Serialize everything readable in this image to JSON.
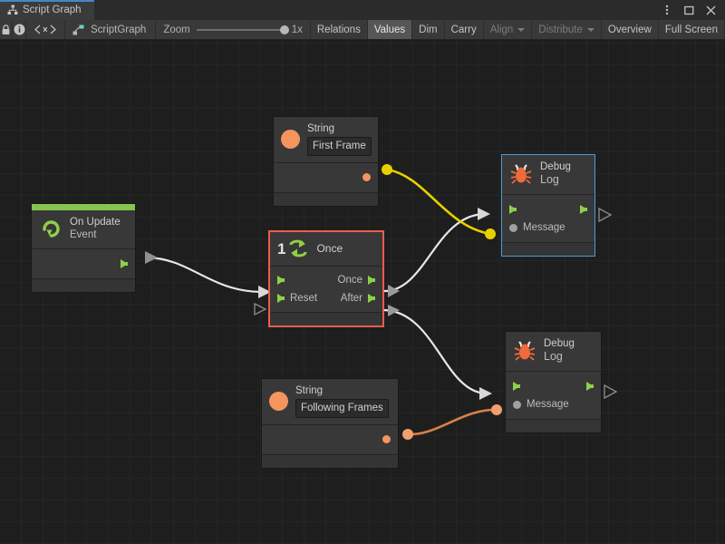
{
  "window": {
    "tab_label": "Script Graph",
    "tab_icon": "graph-icon",
    "controls": [
      {
        "name": "more-menu-icon",
        "glyph": "⋮"
      },
      {
        "name": "maximize-icon",
        "glyph": "▢"
      },
      {
        "name": "close-icon",
        "glyph": "✕"
      }
    ]
  },
  "toolbar": {
    "lock_icon": "lock-icon",
    "info_icon": "info-icon",
    "code_icon": "angle-brackets-icon",
    "graph_icon": "scriptgraph-icon",
    "graph_name": "ScriptGraph",
    "zoom_label": "Zoom",
    "zoom_value": "1x",
    "buttons": [
      {
        "label": "Relations",
        "active": false,
        "disabled": false,
        "caret": false
      },
      {
        "label": "Values",
        "active": true,
        "disabled": false,
        "caret": false
      },
      {
        "label": "Dim",
        "active": false,
        "disabled": false,
        "caret": false
      },
      {
        "label": "Carry",
        "active": false,
        "disabled": false,
        "caret": false
      },
      {
        "label": "Align",
        "active": false,
        "disabled": true,
        "caret": true
      },
      {
        "label": "Distribute",
        "active": false,
        "disabled": true,
        "caret": true
      },
      {
        "label": "Overview",
        "active": false,
        "disabled": false,
        "caret": false
      },
      {
        "label": "Full Screen",
        "active": false,
        "disabled": false,
        "caret": false
      }
    ]
  },
  "colors": {
    "accent_blue": "#4387c7",
    "event_green": "#85c44f",
    "flow_green": "#8ed04a",
    "string_orange": "#f5955e",
    "wire_yellow": "#e8d000",
    "wire_orange": "#d8814a",
    "wire_white": "#e8e8e8",
    "select_red": "#ef5b4c",
    "select_blue": "#4d9ad4",
    "canvas_bg": "#1e1e1e",
    "node_bg": "#383838"
  },
  "nodes": {
    "on_update": {
      "title": "On Update",
      "subtitle": "Event",
      "icon": "update-loop-icon",
      "accent": "#85c44f",
      "selected": "none"
    },
    "string_first": {
      "title": "String",
      "icon": "string-value-icon",
      "value": "First Frame",
      "selected": "none"
    },
    "string_following": {
      "title": "String",
      "icon": "string-value-icon",
      "value": "Following Frames",
      "selected": "none"
    },
    "once": {
      "title": "Once",
      "icon": "once-counter-icon",
      "icon_number": "1",
      "selected": "red",
      "input_ports": [
        {
          "label": "",
          "kind": "flow"
        },
        {
          "label": "Reset",
          "kind": "flow"
        }
      ],
      "output_ports": [
        {
          "label": "Once",
          "kind": "flow"
        },
        {
          "label": "After",
          "kind": "flow"
        }
      ]
    },
    "debug_log_1": {
      "title": "Debug",
      "subtitle": "Log",
      "icon": "bug-icon",
      "selected": "blue",
      "input_value_port": "Message"
    },
    "debug_log_2": {
      "title": "Debug",
      "subtitle": "Log",
      "icon": "bug-icon",
      "selected": "none",
      "input_value_port": "Message"
    }
  },
  "edges": [
    {
      "name": "edge-onupdate-to-once",
      "type": "flow",
      "color": "#e8e8e8"
    },
    {
      "name": "edge-once-to-debuglog1",
      "type": "flow",
      "color": "#e8e8e8"
    },
    {
      "name": "edge-after-to-debuglog2",
      "type": "flow",
      "color": "#e8e8e8"
    },
    {
      "name": "edge-stringfirst-to-debuglog1-message",
      "type": "value",
      "color": "#e8d000"
    },
    {
      "name": "edge-stringfollowing-to-debuglog2-message",
      "type": "value",
      "color": "#d8814a"
    }
  ]
}
